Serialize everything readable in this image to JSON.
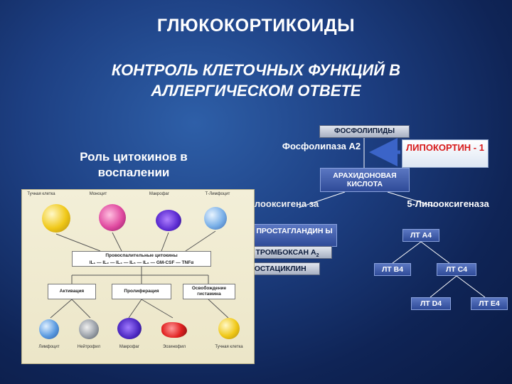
{
  "title": "ГЛЮКОКОРТИКОИДЫ",
  "subtitle": "КОНТРОЛЬ КЛЕТОЧНЫХ ФУНКЦИЙ В АЛЛЕРГИЧЕСКОМ ОТВЕТЕ",
  "cytokine_role": "Роль цитокинов в воспалении",
  "pathway": {
    "phospholipids": "ФОСФОЛИПИДЫ",
    "phospholipase": "Фосфолипаза А2",
    "lipocortin": "ЛИПОКОРТИН - 1",
    "arachidonic": "АРАХИДОНОВАЯ КИСЛОТА",
    "cyclooxygenase": "Циклооксигена за",
    "lipoxygenase": "5-Липооксигеназа",
    "prostaglandins": "ПРОСТАГЛАНДИН Ы",
    "thromboxane": "ТРОМБОКСАН А",
    "thromboxane_sub": "2",
    "prostacyclin": "ПРОСТАЦИКЛИН",
    "lta4": "ЛТ А4",
    "ltb4": "ЛТ В4",
    "ltc4": "ЛТ С4",
    "ltd4": "ЛТ D4",
    "lte4": "ЛТ Е4"
  },
  "figure": {
    "top_cells": [
      "Тучная клетка",
      "Моноцит",
      "Макрофаг",
      "Т-Лимфоцит"
    ],
    "cytokine_title": "Провоспалительные цитокины",
    "cytokine_list": "IL₁ — IL₂ — IL₄ — IL₅ — IL₆ — GM-CSF — TNFα",
    "effects": [
      "Активация",
      "Пролиферация",
      "Освобождение гистамина"
    ],
    "bottom_cells": [
      "Лимфоцит",
      "Нейтрофил",
      "Макрофаг",
      "Эозинофил",
      "Тучная клетка"
    ]
  },
  "colors": {
    "background": "#1d3f82",
    "lipocortin_text": "#d81a1a",
    "accent_arrow": "#3b64c8"
  }
}
